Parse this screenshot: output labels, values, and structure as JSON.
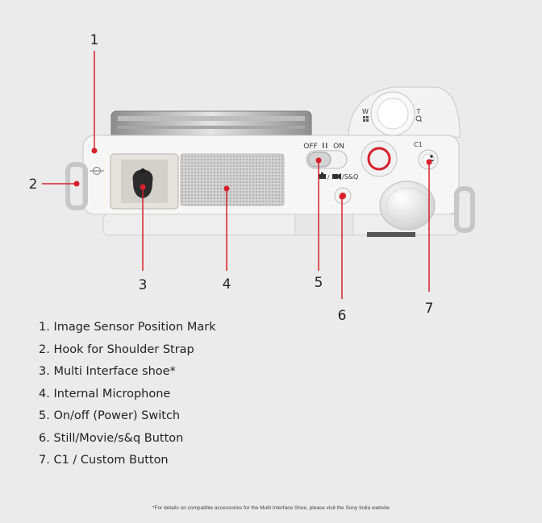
{
  "camera": {
    "switch_off": "OFF",
    "switch_on": "ON",
    "zoom_wide": "W",
    "zoom_tele": "T",
    "c1_label": "C1",
    "mode_label": "/S&Q"
  },
  "callouts": [
    {
      "number": "1"
    },
    {
      "number": "2"
    },
    {
      "number": "3"
    },
    {
      "number": "4"
    },
    {
      "number": "5"
    },
    {
      "number": "6"
    },
    {
      "number": "7"
    }
  ],
  "legend": [
    "1. Image Sensor Position Mark",
    "2. Hook for Shoulder Strap",
    "3. Multi Interface shoe*",
    "4. Internal Microphone",
    "5. On/off (Power) Switch",
    "6. Still/Movie/s&q Button",
    "7. C1 / Custom Button"
  ],
  "footnote": "*For details on compatible accessories for the Multi Interface Shoe, please visit the Sony India website",
  "colors": {
    "background": "#ebebeb",
    "accent": "#d8202b",
    "body": "#f6f6f6"
  }
}
